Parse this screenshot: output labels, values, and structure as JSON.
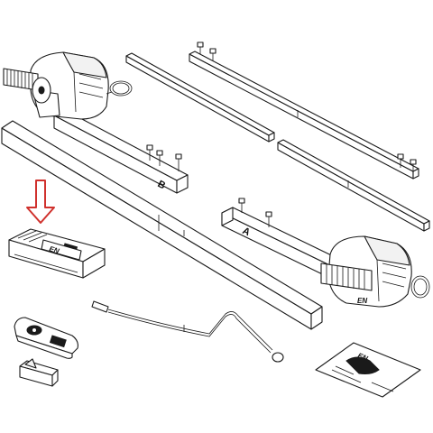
{
  "labels": {
    "arm_b": "B",
    "arm_a": "A"
  },
  "colors": {
    "line": "#1a1a1a",
    "highlight_arrow": "#d0312d",
    "background": "#ffffff"
  },
  "highlighted_part": "control-unit"
}
